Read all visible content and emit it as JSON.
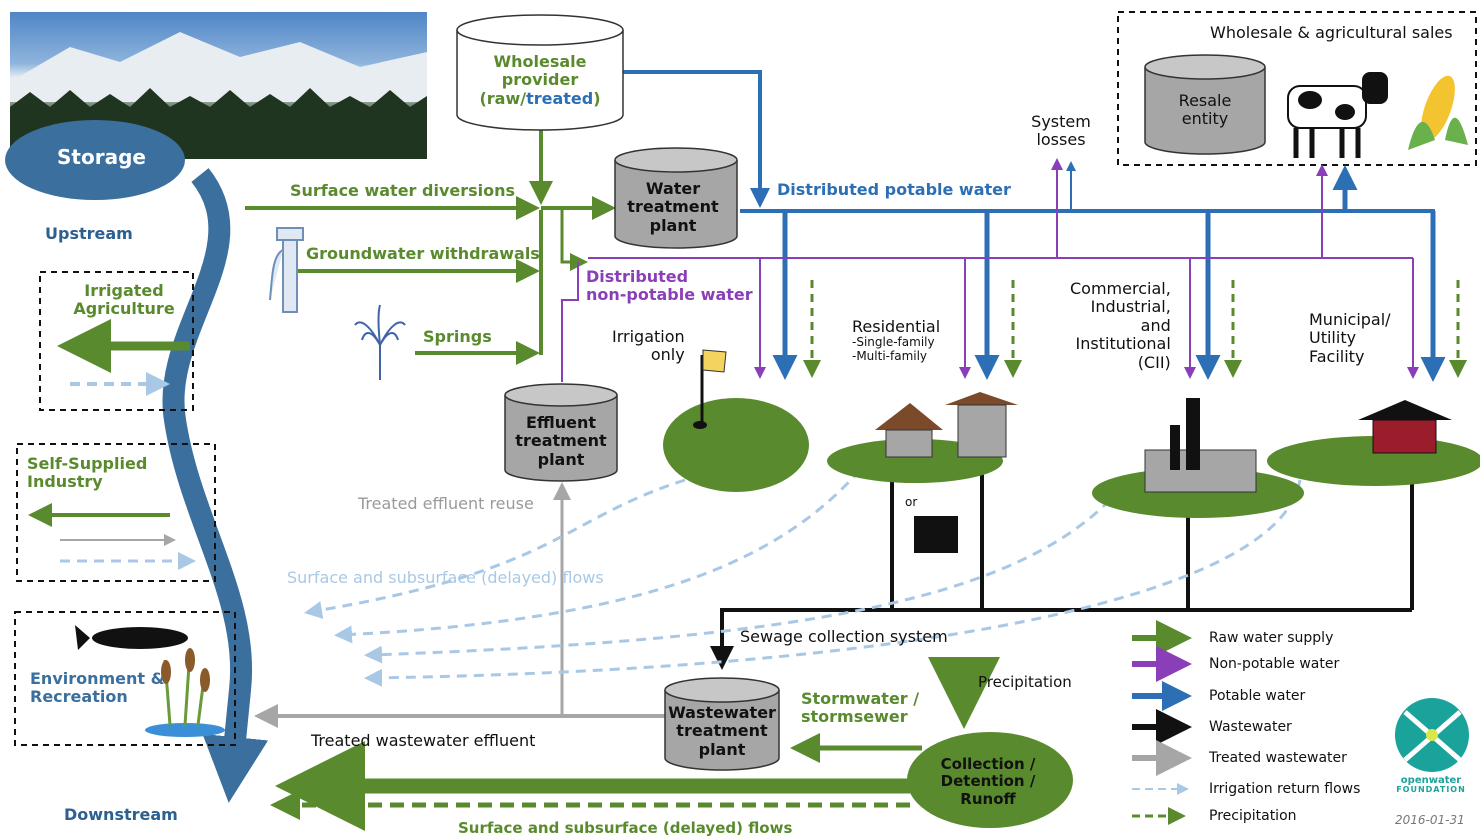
{
  "storage": {
    "label": "Storage",
    "upstream": "Upstream",
    "downstream": "Downstream"
  },
  "wholesale": {
    "line1": "Wholesale",
    "line2": "provider",
    "raw": "(raw/",
    "treated": "treated",
    "close": ")"
  },
  "water_treatment": {
    "line1": "Water",
    "line2": "treatment",
    "line3": "plant"
  },
  "effluent_treatment": {
    "line1": "Effluent",
    "line2": "treatment",
    "line3": "plant"
  },
  "wastewater_treatment": {
    "line1": "Wastewater",
    "line2": "treatment",
    "line3": "plant"
  },
  "collection": {
    "line1": "Collection /",
    "line2": "Detention /",
    "line3": "Runoff"
  },
  "resale": {
    "title": "Wholesale & agricultural sales",
    "line1": "Resale",
    "line2": "entity"
  },
  "flows": {
    "surface_diversions": "Surface water diversions",
    "groundwater": "Groundwater withdrawals",
    "springs": "Springs",
    "distributed_potable": "Distributed potable water",
    "distributed_nonpotable_1": "Distributed",
    "distributed_nonpotable_2": "non-potable water",
    "system_losses_1": "System",
    "system_losses_2": "losses",
    "treated_effluent_reuse": "Treated effluent reuse",
    "delayed_flows_upper": "Surface and subsurface (delayed) flows",
    "sewage": "Sewage collection system",
    "precipitation": "Precipitation",
    "stormwater_1": "Stormwater /",
    "stormwater_2": "stormsewer",
    "treated_ww_effluent": "Treated wastewater effluent",
    "delayed_flows_lower": "Surface and subsurface (delayed) flows"
  },
  "users": {
    "irrigated_ag_1": "Irrigated",
    "irrigated_ag_2": "Agriculture",
    "self_supplied_1": "Self-Supplied",
    "self_supplied_2": "Industry",
    "environment_1": "Environment &",
    "environment_2": "Recreation",
    "irrigation_1": "Irrigation",
    "irrigation_2": "only",
    "residential": "Residential",
    "single_family": "-Single-family",
    "multi_family": "-Multi-family",
    "or": "or",
    "cii_1": "Commercial,",
    "cii_2": "Industrial,",
    "cii_3": "and",
    "cii_4": "Institutional",
    "cii_5": "(CII)",
    "municipal_1": "Municipal/",
    "municipal_2": "Utility",
    "municipal_3": "Facility"
  },
  "legend": [
    {
      "label": "Raw water supply",
      "color": "#5a8a2e",
      "style": "solid-thick"
    },
    {
      "label": "Non-potable water",
      "color": "#8a3fb8",
      "style": "solid-thick"
    },
    {
      "label": "Potable water",
      "color": "#2d6fb5",
      "style": "solid-thick"
    },
    {
      "label": "Wastewater",
      "color": "#111111",
      "style": "solid-thick"
    },
    {
      "label": "Treated wastewater",
      "color": "#a6a6a6",
      "style": "solid-thick"
    },
    {
      "label": "Irrigation return flows",
      "color": "#a9c8e6",
      "style": "dashed"
    },
    {
      "label": "Precipitation",
      "color": "#5a8a2e",
      "style": "dashed"
    }
  ],
  "logo": {
    "line1": "openwater",
    "line2": "FOUNDATION"
  },
  "date": "2016-01-31",
  "colors": {
    "raw": "#5a8a2e",
    "nonpotable": "#8a3fb8",
    "potable": "#2d6fb5",
    "wastewater": "#111111",
    "treated": "#a6a6a6",
    "irrigation_return": "#a9c8e6",
    "river": "#3b6f9e"
  }
}
